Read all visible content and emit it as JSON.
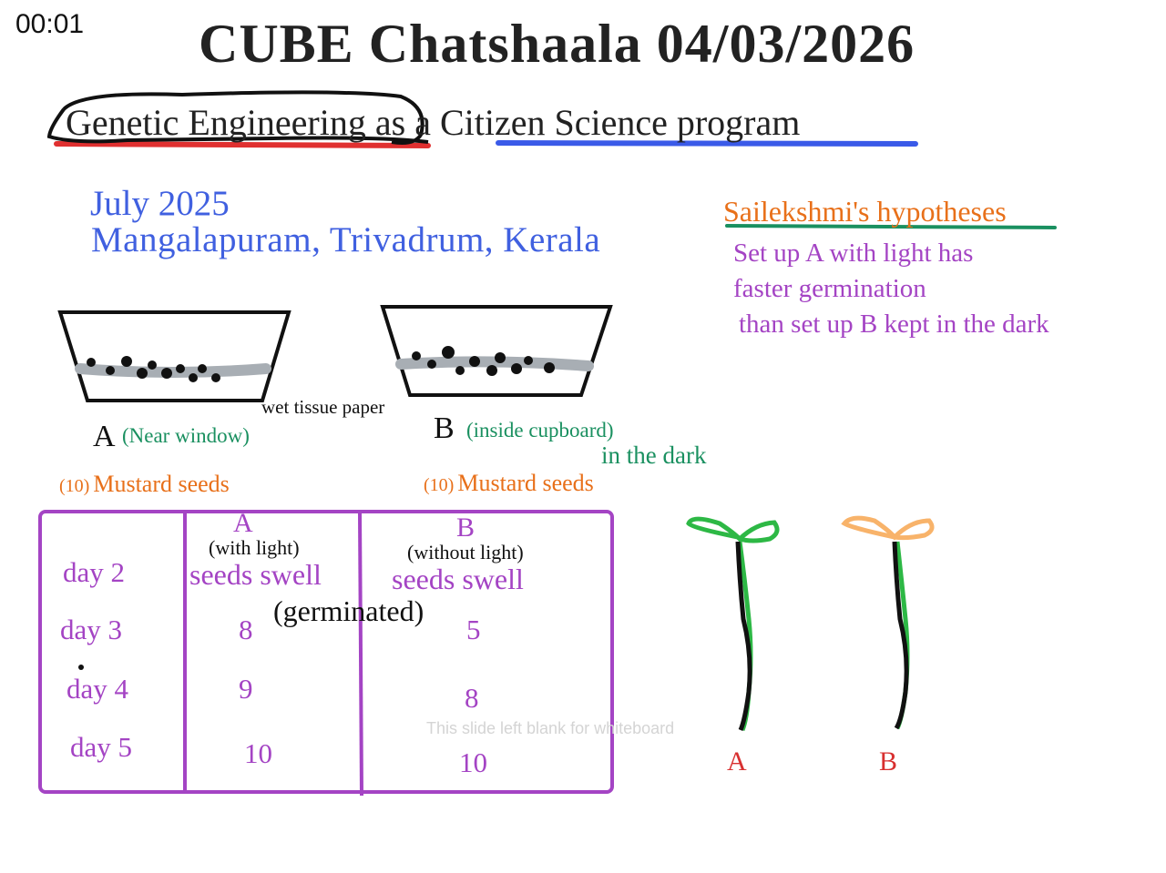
{
  "timer": "00:01",
  "title": "CUBE Chatshaala 04/03/2026",
  "subtitle": {
    "part1": "Genetic Engineering",
    "part2": "as a",
    "part3": "Citizen Science program"
  },
  "date": "July 2025",
  "location": "Mangalapuram, Trivadrum, Kerala",
  "hypotheses": {
    "heading": "Sailekshmi's hypotheses",
    "lines": [
      "Set up A with light has",
      "faster germination",
      "than set up B kept in the dark"
    ]
  },
  "setup": {
    "tissue_label": "wet tissue paper",
    "a_letter": "A",
    "a_note": "(Near window)",
    "b_letter": "B",
    "b_note": "(inside cupboard)",
    "b_note2": "in the dark",
    "a_seeds_count": "(10)",
    "a_seeds": "Mustard seeds",
    "b_seeds_count": "(10)",
    "b_seeds": "Mustard seeds"
  },
  "table": {
    "col_a": {
      "letter": "A",
      "sub": "(with light)"
    },
    "col_b": {
      "letter": "B",
      "sub": "(without light)"
    },
    "germinated_note": "(germinated)",
    "rows": [
      {
        "day": "day 2",
        "a": "seeds swell",
        "b": "seeds swell"
      },
      {
        "day": "day 3",
        "a": "8",
        "b": "5"
      },
      {
        "day": "day 4",
        "a": "9",
        "b": "8"
      },
      {
        "day": "day 5",
        "a": "10",
        "b": "10"
      }
    ]
  },
  "watermark": "This slide left blank for whiteboard",
  "seedlings": {
    "a_label": "A",
    "b_label": "B"
  },
  "colors": {
    "purple": "#a444c4",
    "blue": "#4060e0",
    "orange": "#e8701a",
    "green": "#1a9060",
    "red": "#d83030"
  }
}
